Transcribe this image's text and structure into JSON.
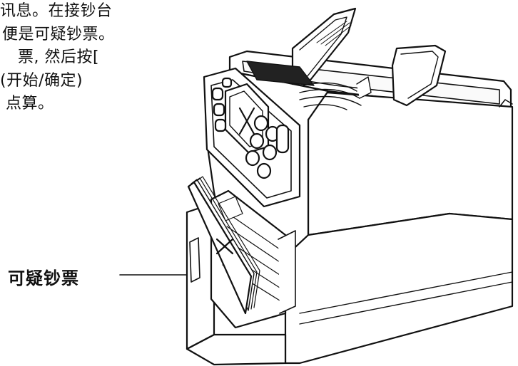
{
  "instruction_lines": [
    "讯息。在接钞台",
    "便是可疑钞票。",
    "票, 然后按[",
    "(开始/确定)",
    "点算。"
  ],
  "callout_label": "可疑钞票",
  "figure": {
    "device": "banknote-counter",
    "marked_item_icon": "x-mark-icon"
  }
}
